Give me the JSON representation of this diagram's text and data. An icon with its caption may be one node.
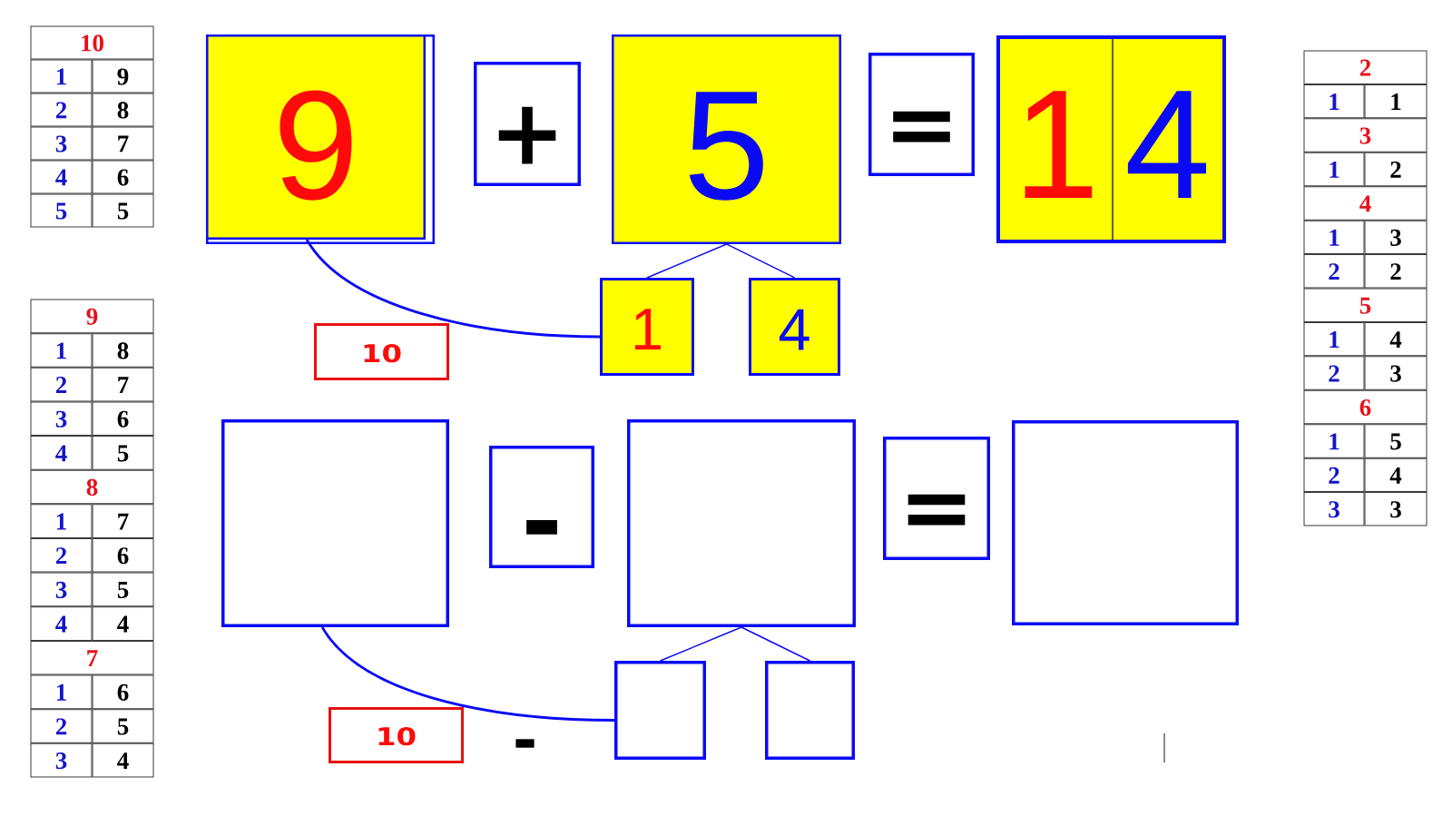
{
  "diagram": {
    "nodes": [
      {
        "text": [
          "9"
        ]
      },
      {
        "text": [
          "+"
        ]
      },
      {
        "text": [
          "5"
        ]
      },
      {
        "text": [
          "="
        ]
      },
      {
        "text": [],
        "shape": "box"
      },
      {
        "text": [
          "1"
        ],
        "in": 4
      },
      {
        "text": [
          "4"
        ],
        "in": 4
      },
      {
        "text": [
          "10"
        ]
      },
      {
        "text": [
          "1"
        ]
      },
      {
        "text": [
          "4"
        ]
      },
      {
        "text": [],
        "shape": "box"
      },
      {
        "text": [
          "-"
        ]
      },
      {
        "text": [],
        "shape": "box"
      },
      {
        "text": [
          "="
        ]
      },
      {
        "text": [],
        "shape": "box"
      },
      {
        "text": [
          "10"
        ]
      },
      {
        "text": [],
        "shape": "box"
      },
      {
        "text": [],
        "shape": "box"
      }
    ],
    "edges": [
      {
        "from": 0,
        "to": 8,
        "arrow": "none"
      },
      {
        "from": 2,
        "to": 8,
        "arrow": "none"
      },
      {
        "from": 2,
        "to": 9,
        "arrow": "none"
      },
      {
        "from": 10,
        "to": 16,
        "arrow": "none"
      },
      {
        "from": 12,
        "to": 16,
        "arrow": "none"
      },
      {
        "from": 12,
        "to": 17,
        "arrow": "none"
      }
    ],
    "labels": [
      "10",
      "1",
      "9",
      "2",
      "8",
      "3",
      "7",
      "4",
      "6",
      "5",
      "5",
      "9",
      "1",
      "8",
      "2",
      "7",
      "3",
      "6",
      "4",
      "5",
      "8",
      "1",
      "7",
      "2",
      "6",
      "3",
      "5",
      "4",
      "4",
      "7",
      "1",
      "6",
      "2",
      "5",
      "3",
      "4",
      "2",
      "1",
      "1",
      "3",
      "1",
      "2",
      "4",
      "1",
      "3",
      "2",
      "2",
      "5",
      "1",
      "4",
      "2",
      "3",
      "6",
      "1",
      "5",
      "2",
      "4",
      "3",
      "3",
      "-"
    ]
  }
}
